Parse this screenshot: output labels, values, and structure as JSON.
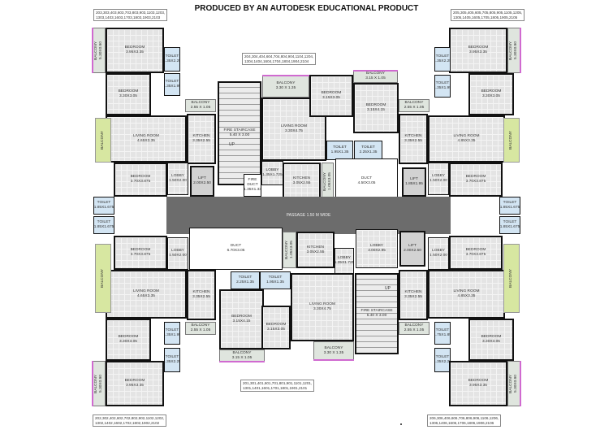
{
  "header": {
    "title": "PRODUCED BY AN AUTODESK EDUCATIONAL PRODUCT"
  },
  "unit_labels": {
    "top_left": [
      "203,303,403,603,703,803,903,1103,1203,",
      "1303,1403,1603,1703,1803,1903,2103"
    ],
    "top_center": [
      "204,304,404,604,704,804,904,1104,1204,",
      "1304,1404,1604,1704,1804,1904,2104"
    ],
    "top_right": [
      "205,305,405,605,705,805,905,1105,1205,",
      "1305,1405,1605,1705,1805,1905,2105"
    ],
    "bottom_left": [
      "202,302,402,602,702,802,902,1102,1202,",
      "1302,1402,1602,1702,1802,1902,2102"
    ],
    "bottom_center": [
      "201,301,401,601,701,801,901,1101,1201,",
      "1301,1401,1601,1701,1801,1901,2101"
    ],
    "bottom_right": [
      "206,306,406,606,706,806,906,1106,1206,",
      "1306,1406,1606,1706,1806,1906,2106"
    ]
  },
  "stairs_up_label": "UP",
  "colors": {
    "wall": "#111111",
    "passage": "#6c6c6c",
    "toilet": "#d3e5f3",
    "green_balcony": "#d7e7a1",
    "balcony_edge": "#d06ad0"
  },
  "rooms": [
    {
      "name": "BALCONY",
      "dim": "5.30X0.90",
      "type": "bal",
      "vertical": true
    },
    {
      "name": "BEDROOM",
      "dim": "3.95X3.35",
      "type": "bed"
    },
    {
      "name": "TOILET",
      "dim": "1.35X2.25",
      "type": "toi"
    },
    {
      "name": "BEDROOM",
      "dim": "3.30X3.05",
      "type": "bed"
    },
    {
      "name": "TOILET",
      "dim": "1.35X1.95",
      "type": "toi"
    },
    {
      "name": "BALCONY",
      "dim": "2.55 X 1.05",
      "type": "bal"
    },
    {
      "name": "LIVING ROOM",
      "dim": "4.65X3.35",
      "type": "liv"
    },
    {
      "name": "BALCONY",
      "dim": "",
      "type": "balg",
      "vertical": true
    },
    {
      "name": "KITCHEN",
      "dim": "3.35X2.55",
      "type": "kit"
    },
    {
      "name": "BEDROOM",
      "dim": "3.70X3.875",
      "type": "bed"
    },
    {
      "name": "LOBBY",
      "dim": "1.50X2.00",
      "type": "lob"
    },
    {
      "name": "LIFT",
      "dim": "2.00X2.50",
      "type": "lift"
    },
    {
      "name": "TOILET",
      "dim": "1.85X1.675",
      "type": "toi"
    },
    {
      "name": "TOILET",
      "dim": "1.85X1.675",
      "type": "toi"
    },
    {
      "name": "BEDROOM",
      "dim": "3.70X3.875",
      "type": "bed"
    },
    {
      "name": "LOBBY",
      "dim": "1.50X2.00",
      "type": "lob"
    },
    {
      "name": "LIVING ROOM",
      "dim": "4.65X3.35",
      "type": "liv"
    },
    {
      "name": "BALCONY",
      "dim": "",
      "type": "balg",
      "vertical": true
    },
    {
      "name": "KITCHEN",
      "dim": "3.35X2.55",
      "type": "kit"
    },
    {
      "name": "BALCONY",
      "dim": "2.55 X 1.05",
      "type": "bal"
    },
    {
      "name": "BEDROOM",
      "dim": "3.30X3.05",
      "type": "bed"
    },
    {
      "name": "TOILET",
      "dim": "1.35X1.95",
      "type": "toi"
    },
    {
      "name": "TOILET",
      "dim": "1.35X2.25",
      "type": "toi"
    },
    {
      "name": "BEDROOM",
      "dim": "3.95X3.35",
      "type": "bed"
    },
    {
      "name": "BALCONY",
      "dim": "5.30X0.90",
      "type": "bal",
      "vertical": true
    },
    {
      "name": "FIRE STAIRCASE",
      "dim": "5.40 X 3.00",
      "type": "stair"
    },
    {
      "name": "BALCONY",
      "dim": "3.30 X 1.35",
      "type": "bal"
    },
    {
      "name": "LIVING ROOM",
      "dim": "3.30X4.75",
      "type": "liv"
    },
    {
      "name": "BEDROOM",
      "dim": "3.15X3.05",
      "type": "bed"
    },
    {
      "name": "BALCONY",
      "dim": "3.15 X 1.05",
      "type": "bal"
    },
    {
      "name": "BEDROOM",
      "dim": "3.15X4.15",
      "type": "bed"
    },
    {
      "name": "TOILET",
      "dim": "1.95X1.35",
      "type": "toi"
    },
    {
      "name": "TOILET",
      "dim": "2.25X1.35",
      "type": "toi"
    },
    {
      "name": "LOBBY",
      "dim": "1.35X1.725",
      "type": "lob"
    },
    {
      "name": "FIRE DUCT",
      "dim": "1.35X1.33",
      "type": "duct"
    },
    {
      "name": "KITCHEN",
      "dim": "3.05X2.55",
      "type": "kit"
    },
    {
      "name": "BALCONY",
      "dim": "1.05X3.05",
      "type": "bal",
      "vertical": true
    },
    {
      "name": "DUCT",
      "dim": "4.50X3.05",
      "type": "duct"
    },
    {
      "name": "LIFT",
      "dim": "1.85X1.95",
      "type": "lift"
    },
    {
      "name": "PASSAGE 1.50 M WIDE",
      "dim": "",
      "type": "pass"
    },
    {
      "name": "DUCT",
      "dim": "6.70X3.05",
      "type": "duct"
    },
    {
      "name": "BALCONY",
      "dim": "1.05X3.05",
      "type": "bal",
      "vertical": true
    },
    {
      "name": "KITCHEN",
      "dim": "3.05X2.55",
      "type": "kit"
    },
    {
      "name": "LOBBY",
      "dim": "1.35X1.725",
      "type": "lob"
    },
    {
      "name": "LOBBY",
      "dim": "3.00X2.95",
      "type": "lob"
    },
    {
      "name": "LIFT",
      "dim": "2.00X2.50",
      "type": "lift"
    },
    {
      "name": "TOILET",
      "dim": "2.25X1.35",
      "type": "toi"
    },
    {
      "name": "TOILET",
      "dim": "1.95X1.35",
      "type": "toi"
    },
    {
      "name": "BEDROOM",
      "dim": "3.15X4.15",
      "type": "bed"
    },
    {
      "name": "BEDROOM",
      "dim": "3.15X3.05",
      "type": "bed"
    },
    {
      "name": "LIVING ROOM",
      "dim": "3.30X4.75",
      "type": "liv"
    },
    {
      "name": "BALCONY",
      "dim": "3.15 X 1.05",
      "type": "bal"
    },
    {
      "name": "BALCONY",
      "dim": "3.30 X 1.35",
      "type": "bal"
    },
    {
      "name": "FIRE STAIRCASE",
      "dim": "5.40 X 3.00",
      "type": "stair"
    },
    {
      "name": "BEDROOM",
      "dim": "3.95X3.35",
      "type": "bed"
    },
    {
      "name": "BALCONY",
      "dim": "5.30X0.90",
      "type": "bal",
      "vertical": true
    },
    {
      "name": "TOILET",
      "dim": "1.35X2.25",
      "type": "toi"
    },
    {
      "name": "TOILET",
      "dim": "1.35X1.95",
      "type": "toi"
    },
    {
      "name": "BEDROOM",
      "dim": "3.30X3.05",
      "type": "bed"
    },
    {
      "name": "BALCONY",
      "dim": "2.55 X 1.05",
      "type": "bal"
    },
    {
      "name": "KITCHEN",
      "dim": "3.35X2.55",
      "type": "kit"
    },
    {
      "name": "LIVING ROOM",
      "dim": "4.85X3.35",
      "type": "liv"
    },
    {
      "name": "BALCONY",
      "dim": "",
      "type": "balg",
      "vertical": true
    },
    {
      "name": "LOBBY",
      "dim": "1.50X2.00",
      "type": "lob"
    },
    {
      "name": "BEDROOM",
      "dim": "3.70X3.875",
      "type": "bed"
    },
    {
      "name": "TOILET",
      "dim": "1.85X1.675",
      "type": "toi"
    },
    {
      "name": "TOILET",
      "dim": "1.85X1.675",
      "type": "toi"
    },
    {
      "name": "BEDROOM",
      "dim": "3.70X3.875",
      "type": "bed"
    },
    {
      "name": "LOBBY",
      "dim": "1.50X2.00",
      "type": "lob"
    },
    {
      "name": "KITCHEN",
      "dim": "3.35X2.55",
      "type": "kit"
    },
    {
      "name": "LIVING ROOM",
      "dim": "4.85X3.35",
      "type": "liv"
    },
    {
      "name": "BALCONY",
      "dim": "",
      "type": "balg",
      "vertical": true
    },
    {
      "name": "BALCONY",
      "dim": "2.55 X 1.05",
      "type": "bal"
    },
    {
      "name": "TOILET",
      "dim": "1.75X1.85",
      "type": "toi"
    },
    {
      "name": "BEDROOM",
      "dim": "3.30X3.05",
      "type": "bed"
    },
    {
      "name": "TOILET",
      "dim": "1.35X2.25",
      "type": "toi"
    },
    {
      "name": "BEDROOM",
      "dim": "3.95X3.35",
      "type": "bed"
    },
    {
      "name": "BALCONY",
      "dim": "5.30X0.90",
      "type": "bal",
      "vertical": true
    }
  ]
}
